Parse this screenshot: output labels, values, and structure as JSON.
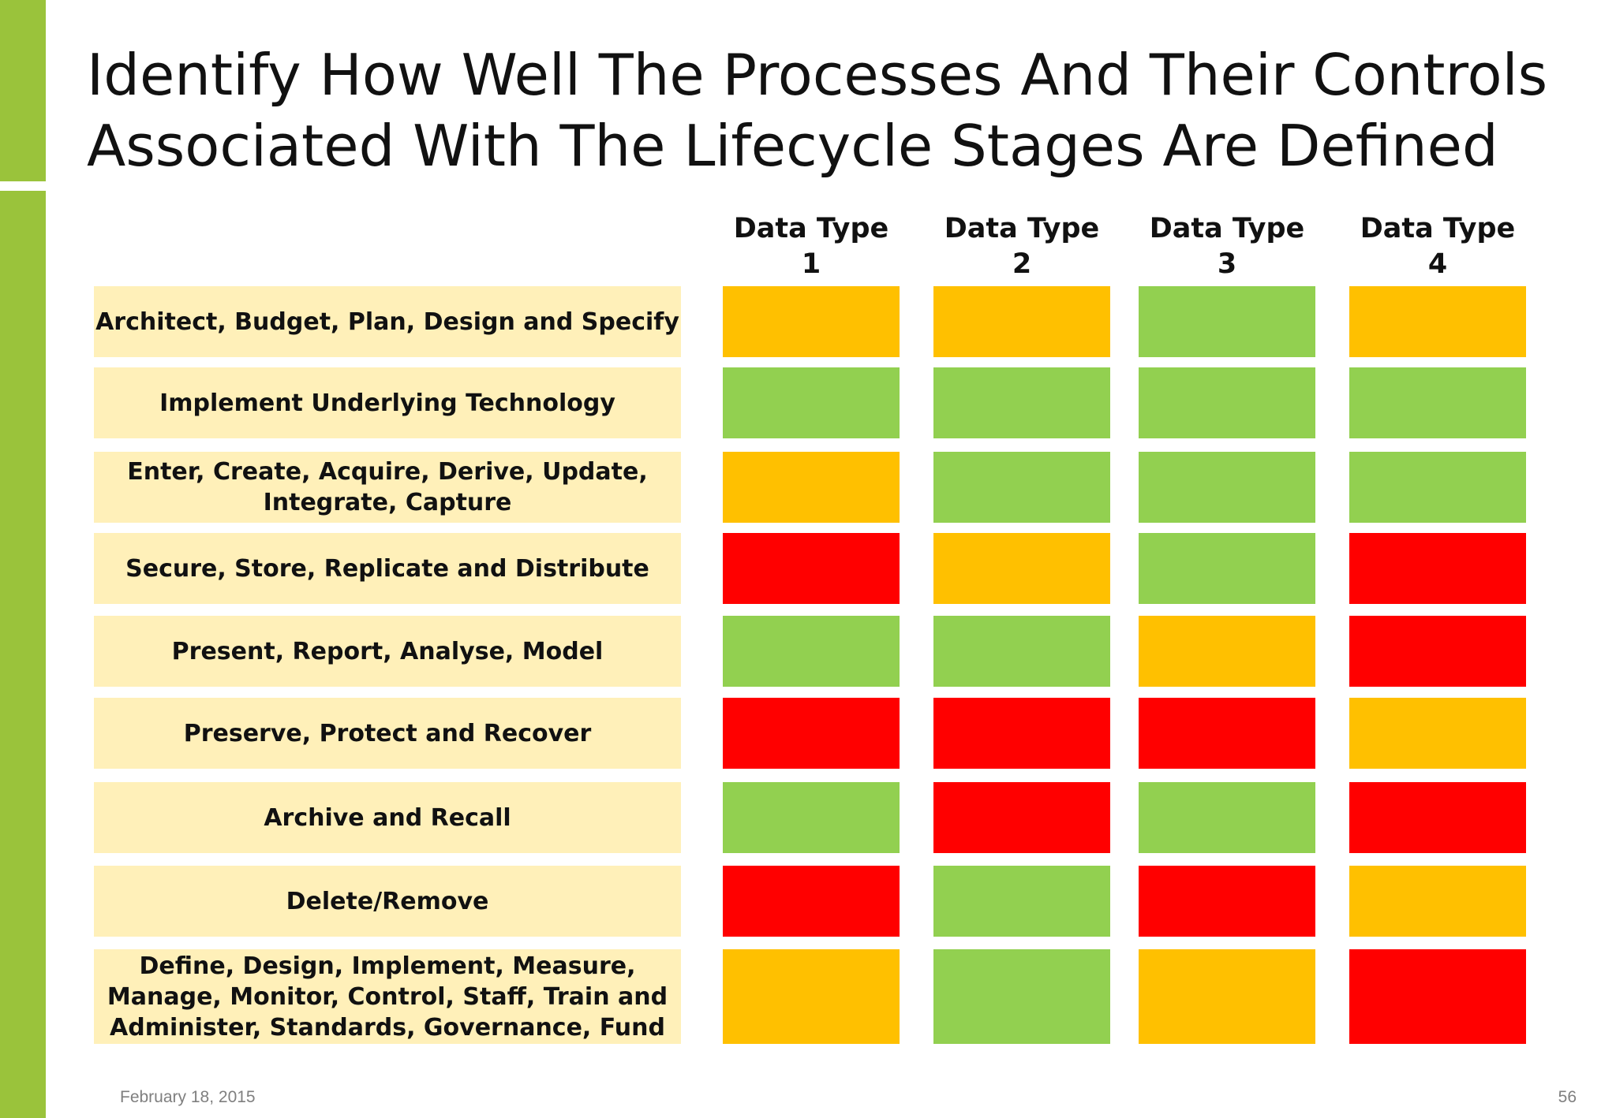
{
  "title_lines": [
    "Identify How Well The Processes And Their Controls",
    "Associated With The Lifecycle Stages Are Defined"
  ],
  "chart_data": {
    "type": "heatmap",
    "columns": [
      {
        "line1": "Data  Type",
        "line2": "1"
      },
      {
        "line1": "Data  Type",
        "line2": "2"
      },
      {
        "line1": "Data  Type",
        "line2": "3"
      },
      {
        "line1": "Data  Type",
        "line2": "4"
      }
    ],
    "rows": [
      {
        "label": "Architect, Budget, Plan, Design and Specify",
        "values": [
          "amber",
          "amber",
          "green",
          "amber"
        ]
      },
      {
        "label": "Implement Underlying Technology",
        "values": [
          "green",
          "green",
          "green",
          "green"
        ]
      },
      {
        "label": "Enter, Create, Acquire, Derive, Update, Integrate, Capture",
        "values": [
          "amber",
          "green",
          "green",
          "green"
        ]
      },
      {
        "label": "Secure, Store, Replicate and Distribute",
        "values": [
          "red",
          "amber",
          "green",
          "red"
        ]
      },
      {
        "label": "Present, Report, Analyse, Model",
        "values": [
          "green",
          "green",
          "amber",
          "red"
        ]
      },
      {
        "label": "Preserve, Protect and Recover",
        "values": [
          "red",
          "red",
          "red",
          "amber"
        ]
      },
      {
        "label": "Archive and Recall",
        "values": [
          "green",
          "red",
          "green",
          "red"
        ]
      },
      {
        "label": "Delete/Remove",
        "values": [
          "red",
          "green",
          "red",
          "amber"
        ]
      },
      {
        "label": "Define, Design, Implement, Measure, Manage, Monitor, Control, Staff, Train and Administer, Standards, Governance, Fund",
        "values": [
          "amber",
          "green",
          "amber",
          "red"
        ]
      }
    ],
    "colors": {
      "green": "#92d050",
      "amber": "#ffc000",
      "red": "#ff0000",
      "label_bg": "#fff0b9",
      "accent": "#9ac33b"
    }
  },
  "footer": {
    "date": "February 18, 2015",
    "page": "56"
  }
}
